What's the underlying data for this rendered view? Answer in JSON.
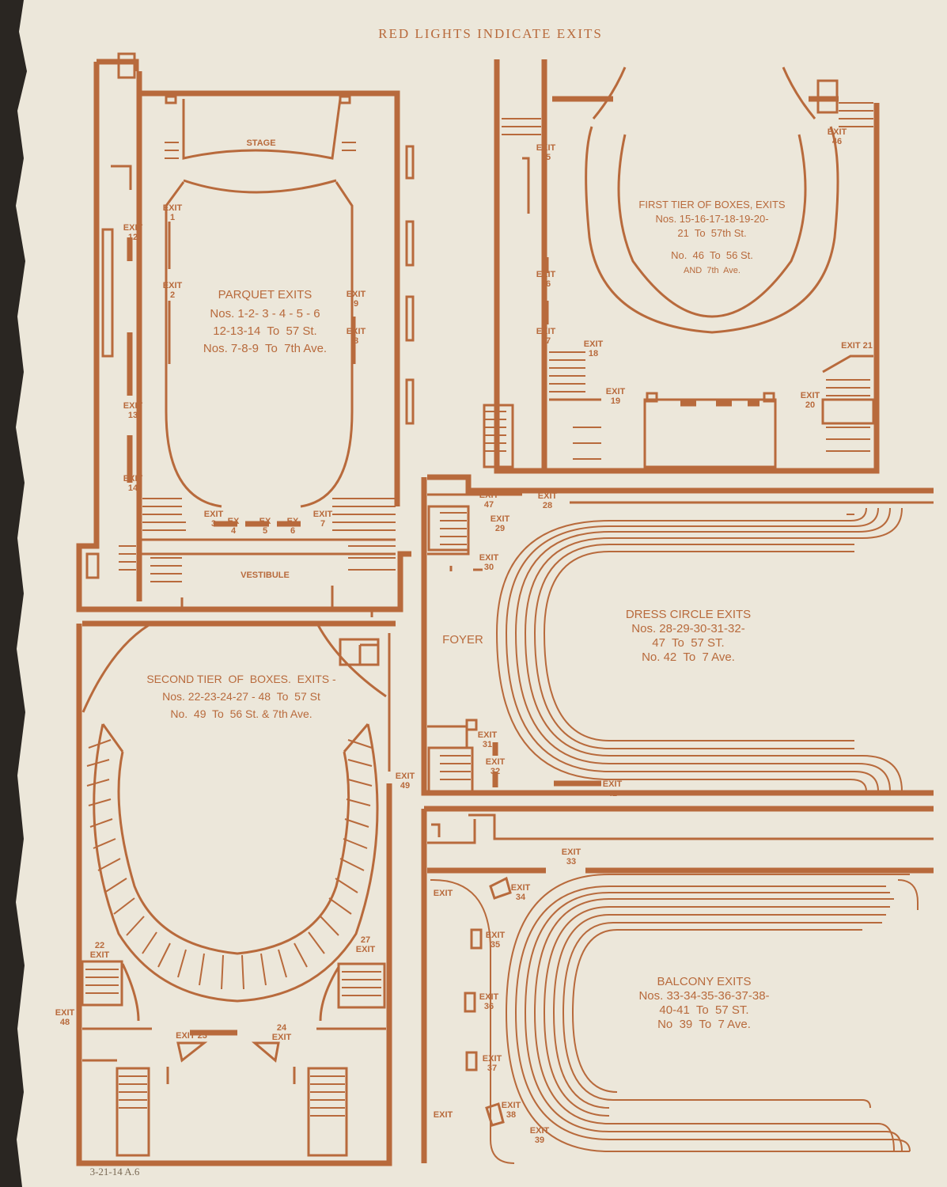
{
  "header": {
    "title": "RED LIGHTS INDICATE EXITS"
  },
  "colors": {
    "paper": "#ece7da",
    "ink": "#b86a3c"
  },
  "plans": {
    "parquet": {
      "stage": "STAGE",
      "vestibule": "VESTIBULE",
      "heading": "PARQUET EXITS",
      "line1": "Nos. 1-2- 3 - 4 - 5 - 6",
      "line2": "12-13-14  To  57 St.",
      "line3": "Nos. 7-8-9  To  7th Ave.",
      "exits": {
        "e1": "EXIT\n1",
        "e2": "EXIT\n2",
        "e3": "EXIT\n3",
        "e4": "EX\n4",
        "e5": "EX\n5",
        "e6": "EX\n6",
        "e7": "EXIT\n7",
        "e8": "EXIT\n8",
        "e9": "EXIT\n9",
        "e12": "EXIT\n12",
        "e13": "EXIT\n13",
        "e14": "EXIT\n14"
      }
    },
    "first_tier": {
      "line1": "FIRST TIER OF BOXES, EXITS",
      "line2": "Nos. 15-16-17-18-19-20-",
      "line3": "21  To  57th St.",
      "line4": "No.  46  To  56 St.",
      "line5": "AND  7th  Ave.",
      "exits": {
        "e15": "EXIT\n15",
        "e16": "EXIT\n16",
        "e17": "EXIT\n17",
        "e18": "EXIT\n18",
        "e19": "EXIT\n19",
        "e20": "EXIT\n20",
        "e21": "EXIT 21",
        "e46": "EXIT\n46"
      }
    },
    "dress_circle": {
      "foyer": "FOYER",
      "line1": "DRESS CIRCLE EXITS",
      "line2": "Nos. 28-29-30-31-32-",
      "line3": "47  To  57 ST.",
      "line4": "No. 42  To  7 Ave.",
      "exits": {
        "e28": "EXIT\n28",
        "e29": "EXIT\n29",
        "e30": "EXIT\n30",
        "e31": "EXIT\n31",
        "e32": "EXIT\n32",
        "e42": "EXIT\n42",
        "e47": "EXIT\n47"
      }
    },
    "second_tier": {
      "line1": "SECOND TIER  OF  BOXES.  EXITS -",
      "line2": "Nos. 22-23-24-27 - 48  To  57 St",
      "line3": "No.  49  To  56 St. & 7th Ave.",
      "exits": {
        "e22": "22\nEXIT",
        "e23": "EXIT 23",
        "e24": "24\nEXIT",
        "e27": "27\nEXIT",
        "e48": "EXIT\n48",
        "e49": "EXIT\n49"
      }
    },
    "balcony": {
      "line1": "BALCONY EXITS",
      "line2": "Nos. 33-34-35-36-37-38-",
      "line3": "40-41  To  57 ST.",
      "line4": "No  39  To  7 Ave.",
      "exits": {
        "e33": "EXIT\n33",
        "e34": "EXIT\n34",
        "e35": "EXIT\n35",
        "e36": "EXIT\n36",
        "e37": "EXIT\n37",
        "e38": "EXIT\n38",
        "e39": "EXIT\n39",
        "e40": "EXIT",
        "e41": "EXIT"
      }
    }
  },
  "footer": {
    "note": "3-21-14 A.6"
  }
}
